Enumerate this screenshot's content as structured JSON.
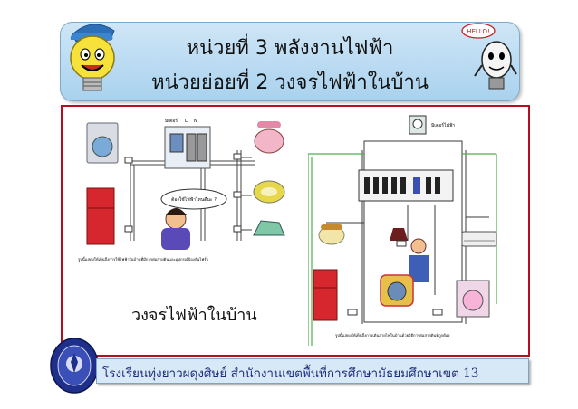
{
  "header": {
    "title_line1": "หน่วยที่ 3 พลังงานไฟฟ้า",
    "title_line2": "หน่วยย่อยที่ 2 วงจรไฟฟ้าในบ้าน"
  },
  "mascot": {
    "speech_bubble": "HELLO!"
  },
  "diagram_left": {
    "labels": [
      "มิเตอร์",
      "L",
      "N"
    ],
    "speech_bubble": "ต้องใช้ไฟฟ้าไหนดีนะ ?",
    "caption": "รูปนี้แสดงให้เห็นถึงการใช้ไฟฟ้าในบ้านที่มีการต่อสายดินและอุปกรณ์ป้องกันไฟรั่ว"
  },
  "diagram_right": {
    "labels": [
      "มิเตอร์ไฟฟ้า"
    ],
    "caption": "รูปนี้แสดงให้เห็นถึงการเดินสายไฟในบ้านด้วยวิธีการต่อสายดินที่ถูกต้อง"
  },
  "main_caption": "วงจรไฟฟ้าในบ้าน",
  "footer": {
    "text": "โรงเรียนทุ่งยาวผดุงศิษย์ สำนักงานเขตพื้นที่การศึกษามัธยมศึกษาเขต 13"
  },
  "colors": {
    "frame_border": "#b30f1f",
    "banner_bg": "#b9dbf2",
    "footer_bg": "#d7e8f6",
    "footer_text": "#1d2f7a"
  }
}
